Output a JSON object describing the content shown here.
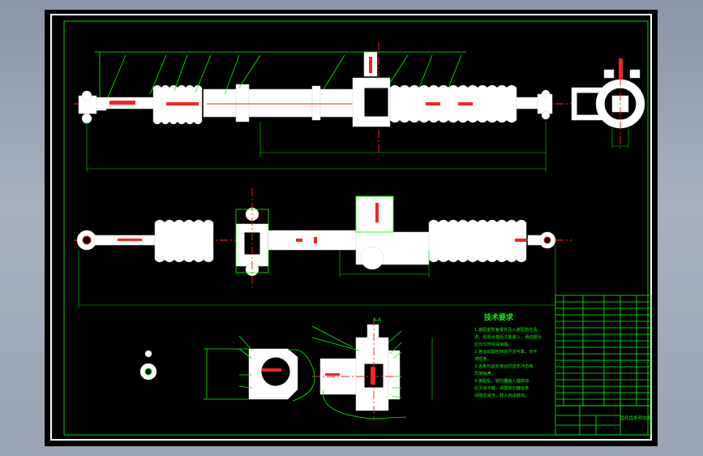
{
  "drawing": {
    "tech_req_title": "技术要求",
    "tech_req_lines": [
      "1.装配前所有零件及入装配前应清",
      "洗，检验合格后方能装入，滑动部分",
      "应均匀地涂润滑脂。",
      "2.各运动副应转动灵活可靠，无卡",
      "滞现象。",
      "3.齿条与齿轮啮合时应无冲击和",
      "异常噪声。",
      "4.装配后，转向器输入轴转动",
      "应灵活平稳，调整转向器齿条",
      "间隙应适当，转入自由转动。"
    ],
    "title_block_name": "齿轮齿条转向器",
    "section_label": "A-A"
  }
}
